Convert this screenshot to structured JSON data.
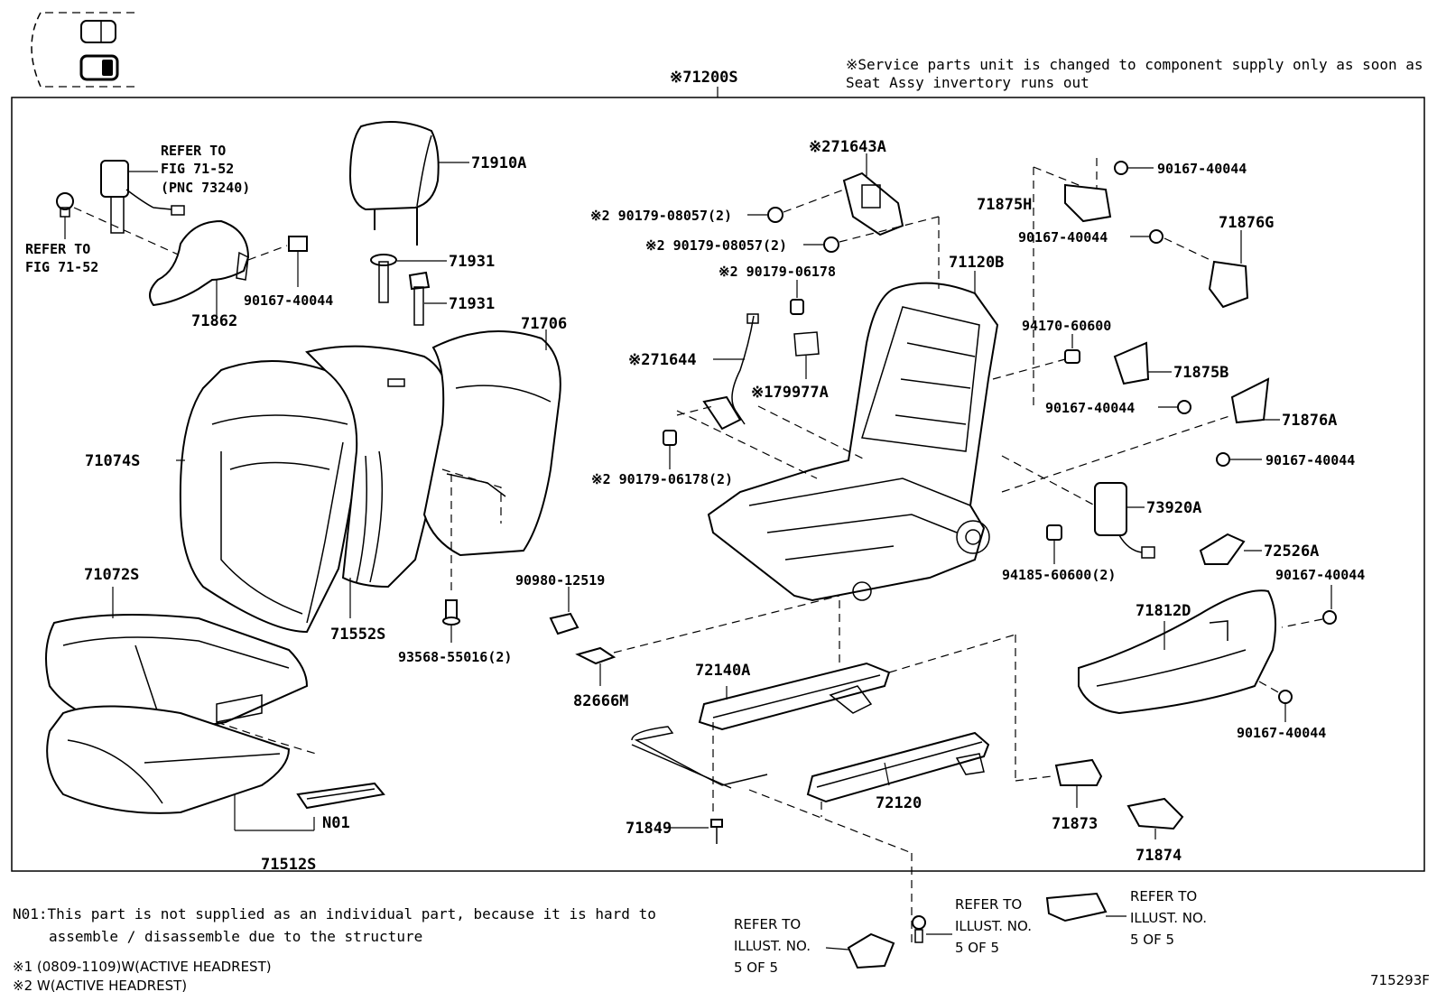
{
  "header": {
    "assembly_code": "※71200S",
    "service_note_line1": "※Service parts unit is changed to component supply only as soon as",
    "service_note_line2": "Seat Assy invertory runs out"
  },
  "references": {
    "fig_71_52_a": [
      "REFER TO",
      "FIG 71-52",
      "(PNC 73240)"
    ],
    "fig_71_52_b": [
      "REFER TO",
      "FIG 71-52"
    ],
    "illust_left": [
      "REFER TO",
      "ILLUST. NO.",
      "5 OF 5"
    ],
    "illust_mid": [
      "REFER TO",
      "ILLUST. NO.",
      "5 OF 5"
    ],
    "illust_right": [
      "REFER TO",
      "ILLUST. NO.",
      "5 OF 5"
    ]
  },
  "parts": {
    "p71910A": "71910A",
    "p71931a": "71931",
    "p71931b": "71931",
    "p71862": "71862",
    "p90167_40044_a": "90167-40044",
    "p71706": "71706",
    "p71074S": "71074S",
    "p71072S": "71072S",
    "p71552S": "71552S",
    "p71512S": "71512S",
    "pN01": "N01",
    "p93568": "93568-55016(2)",
    "p90980": "90980-12519",
    "p82666M": "82666M",
    "p71643A": "※271643A",
    "p90179_08057_a": "※2 90179-08057(2)",
    "p90179_08057_b": "※2 90179-08057(2)",
    "p90179_06178": "※2 90179-06178",
    "p71644": "※271644",
    "p79977A": "※179977A",
    "p90179_06178_2": "※2 90179-06178(2)",
    "p71120B": "71120B",
    "p71875H": "71875H",
    "p90167_40044_b": "90167-40044",
    "p90167_40044_c": "90167-40044",
    "p71876G": "71876G",
    "p94170": "94170-60600",
    "p71875B": "71875B",
    "p90167_40044_d": "90167-40044",
    "p71876A": "71876A",
    "p90167_40044_e": "90167-40044",
    "p73920A": "73920A",
    "p94185": "94185-60600(2)",
    "p72526A": "72526A",
    "p90167_40044_f": "90167-40044",
    "p71812D": "71812D",
    "p90167_40044_g": "90167-40044",
    "p72140A": "72140A",
    "p72120": "72120",
    "p71849": "71849",
    "p71873": "71873",
    "p71874": "71874"
  },
  "footnotes": {
    "n01_line1": "N01:This part is not supplied as an individual part, because it is hard to",
    "n01_line2": "assemble / disassemble due to the structure",
    "note1": "※1 (0809-1109)W(ACTIVE HEADREST)",
    "note2": "※2 W(ACTIVE HEADREST)"
  },
  "figure_id": "715293F"
}
